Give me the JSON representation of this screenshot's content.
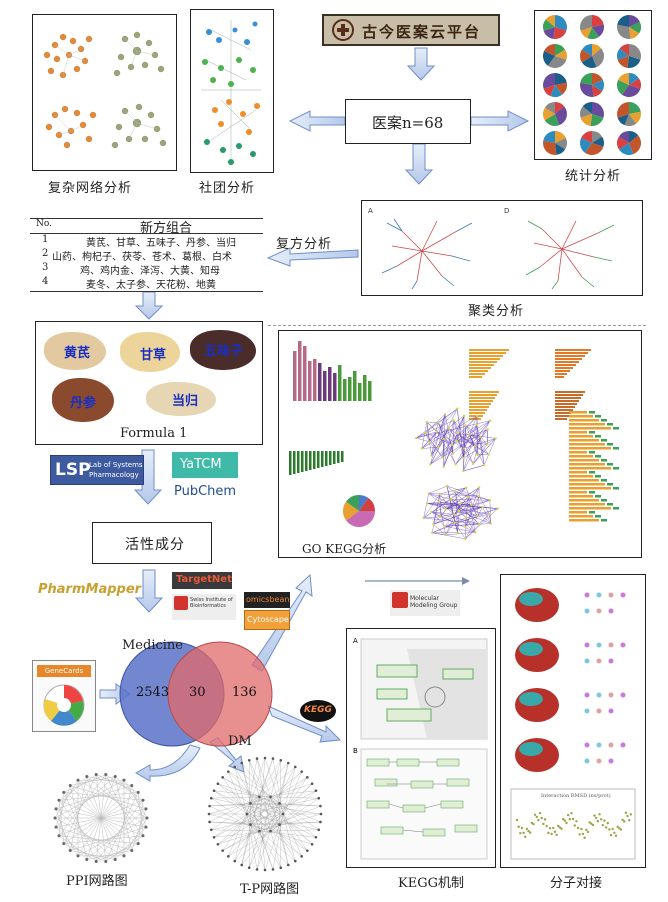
{
  "platform": {
    "title": "古今医案云平台"
  },
  "cases": {
    "label": "医案n=68"
  },
  "analyses": {
    "complex_network": "复杂网络分析",
    "community": "社团分析",
    "statistics": "统计分析",
    "cluster": "聚类分析",
    "prescription": "复方分析",
    "go_kegg": "GO KEGG分析",
    "active_ingredients": "活性成分",
    "ppi": "PPI网路图",
    "tp": "T-P网路图",
    "kegg_mech": "KEGG机制",
    "docking": "分子对接"
  },
  "formula_table": {
    "header_no": "No.",
    "header_title": "新方组合",
    "rows": [
      {
        "no": "1",
        "herbs": "黄芪、甘草、五味子、丹参、当归"
      },
      {
        "no": "2",
        "herbs": "山药、枸杞子、茯苓、苍术、葛根、白术"
      },
      {
        "no": "3",
        "herbs": "鸡、鸡内金、泽泻、大黄、知母"
      },
      {
        "no": "4",
        "herbs": "麦冬、太子参、天花粉、地黄"
      }
    ]
  },
  "formula1": {
    "caption": "Formula 1",
    "herbs": [
      "黄芪",
      "甘草",
      "五味子",
      "丹参",
      "当归"
    ]
  },
  "databases": {
    "lsp": "LSP",
    "lsp_sub1": "Lab of Systems",
    "lsp_sub2": "Pharmacology",
    "yatcm": "YaTCM",
    "pubchem": "PubChem",
    "pharmmapper": "PharmMapper",
    "targetnet": "TargetNet",
    "sib": "Swiss Institute of Bioinformatics",
    "omicsbean": "omicsbean",
    "cytoscape": "Cytoscape",
    "genecards": "GeneCards",
    "kegg": "KEGG",
    "sib_mmg": "Molecular Modeling Group"
  },
  "venn": {
    "left_label": "Medicine",
    "right_label": "DM",
    "left_only": "2543",
    "overlap": "30",
    "right_only": "136",
    "left_color": "#5b72c8",
    "right_color": "#e06a6a"
  },
  "docking_chart": {
    "title": "Interaction RMSD (ns/prot)"
  }
}
